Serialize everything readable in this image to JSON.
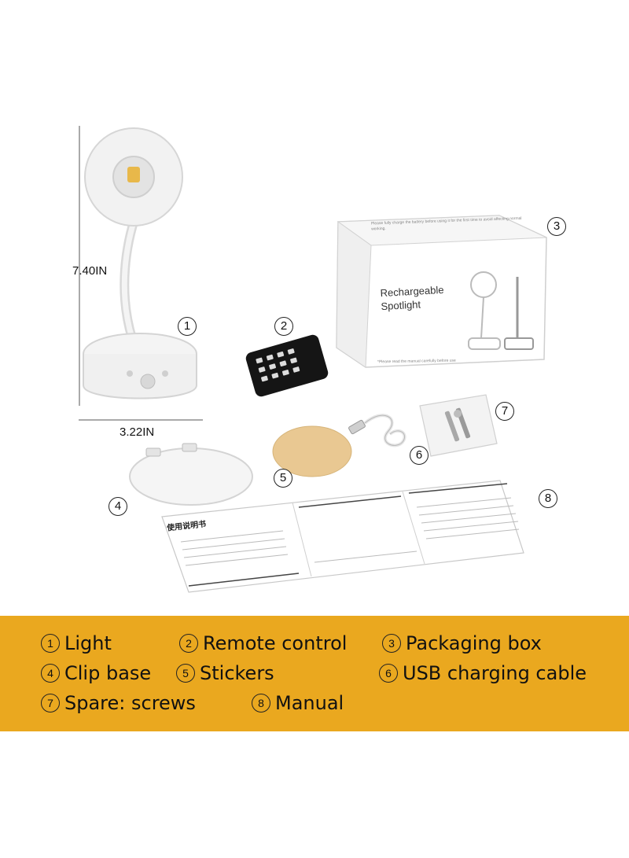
{
  "dimensions": {
    "height": "7.40IN",
    "width": "3.22IN"
  },
  "callouts": [
    "1",
    "2",
    "3",
    "4",
    "5",
    "6",
    "7",
    "8"
  ],
  "box": {
    "title_line1": "Rechargeable",
    "title_line2": "Spotlight",
    "top_text": "Please fully charge the battery before using it for the first time to avoid affecting normal working.",
    "bottom_text": "*Please read the manual carefully before use"
  },
  "manual": {
    "title": "使用说明书"
  },
  "legend": [
    {
      "num": "1",
      "label": "Light"
    },
    {
      "num": "2",
      "label": "Remote control"
    },
    {
      "num": "3",
      "label": "Packaging box"
    },
    {
      "num": "4",
      "label": "Clip base"
    },
    {
      "num": "5",
      "label": "Stickers"
    },
    {
      "num": "6",
      "label": "USB charging cable"
    },
    {
      "num": "7",
      "label": "Spare: screws"
    },
    {
      "num": "8",
      "label": "Manual"
    }
  ],
  "colors": {
    "band": "#eaa81f",
    "sticker": "#e9c892",
    "led": "#e8b84a"
  }
}
